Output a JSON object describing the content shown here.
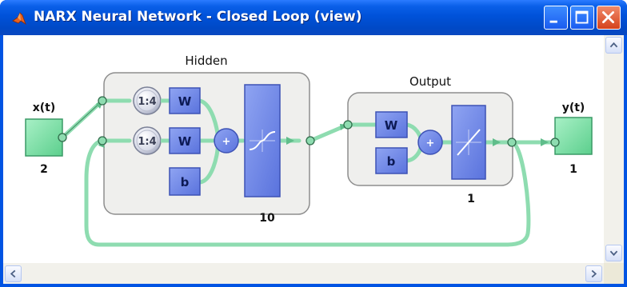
{
  "window": {
    "title": "NARX Neural Network - Closed Loop (view)"
  },
  "diagram": {
    "input_label": "x(t)",
    "input_size": "2",
    "hidden_title": "Hidden",
    "hidden_size": "10",
    "output_title": "Output",
    "output_size": "1",
    "output_label": "y(t)",
    "output_target_size": "1",
    "delay_label_1": "1:4",
    "delay_label_2": "1:4",
    "weight_label": "W",
    "bias_label": "b",
    "sum_symbol": "+"
  },
  "colors": {
    "titlebar": "#0054e3",
    "block_blue": "#6b83e8",
    "io_green": "#7fe0a8",
    "connector_green": "#8edcb0",
    "layer_panel": "#eeeeec"
  },
  "icons": {
    "app": "matlab-logo-icon",
    "minimize": "minimize-icon",
    "maximize": "maximize-icon",
    "close": "close-icon"
  }
}
